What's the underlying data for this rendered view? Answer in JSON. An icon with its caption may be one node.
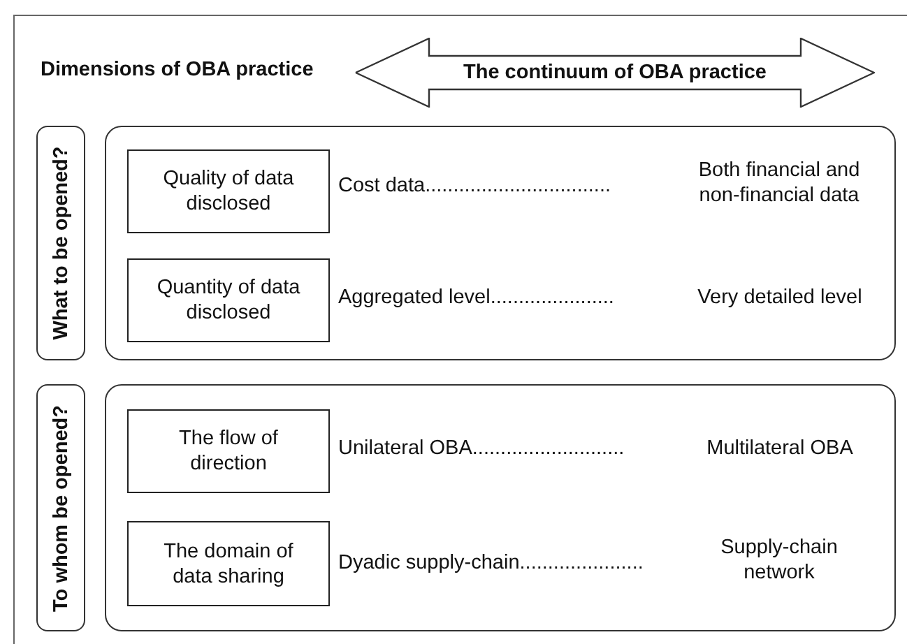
{
  "diagram": {
    "nodes": [
      {
        "text": [
          "The continuum of OBA practice"
        ]
      },
      {
        "text": [
          "What to be opened?"
        ]
      },
      {
        "text": [],
        "shape": "box"
      },
      {
        "text": [
          "Quality of data disclosed"
        ],
        "in": 2
      },
      {
        "text": [
          "Quantity of data disclosed"
        ],
        "in": 2
      },
      {
        "text": [
          "To whom be opened?"
        ]
      },
      {
        "text": [],
        "shape": "box"
      },
      {
        "text": [
          "The flow of direction"
        ],
        "in": 6
      },
      {
        "text": [
          "The domain of data sharing"
        ],
        "in": 6
      }
    ],
    "labels": [
      "Dimensions of OBA practice",
      "Cost data.................................",
      "Both financial and non-financial data",
      "Aggregated level......................",
      "Very detailed level",
      "Unilateral OBA...........................",
      "Multilateral OBA",
      "Dyadic supply-chain......................",
      "Supply-chain network"
    ]
  }
}
